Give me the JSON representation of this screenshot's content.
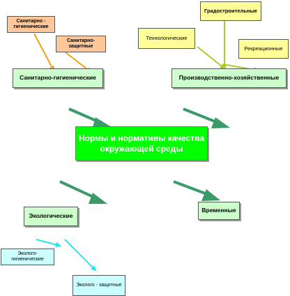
{
  "nodes": {
    "sanitarno_gigienicheskie_small": "Санитарно - гигиенические",
    "sanitarno_zashchitnye": "Санитарно-защитные",
    "gradostroitelnye": "Градостроительные",
    "tekhnologicheskie": "Технологические",
    "rekreatsionnye": "Рекреационные",
    "sanitarno_gigienicheskie": "Санитарно-гигиенические",
    "proizvodstvenno_khozyaystvennye": "Производственно-хозяйственные",
    "center": "Нормы и нормативы качества окружающей среды",
    "ekologicheskie": "Экологические",
    "vremennye": "Временные",
    "ekologo_gigienicheskie": "Эколого-гигиенические",
    "ekologo_zashchitnye": "Эколого - защитные"
  },
  "colors": {
    "peach": "#ffc89a",
    "yellow": "#ffff99",
    "light_green": "#ccffcc",
    "bright_green": "#00ff00",
    "cyan": "#ccffff",
    "orange_arrow": "#f4a11a",
    "olive_arrow": "#a8cc2a",
    "dark_green_arrow": "#3a9a6a",
    "cyan_arrow": "#22e8f0"
  }
}
